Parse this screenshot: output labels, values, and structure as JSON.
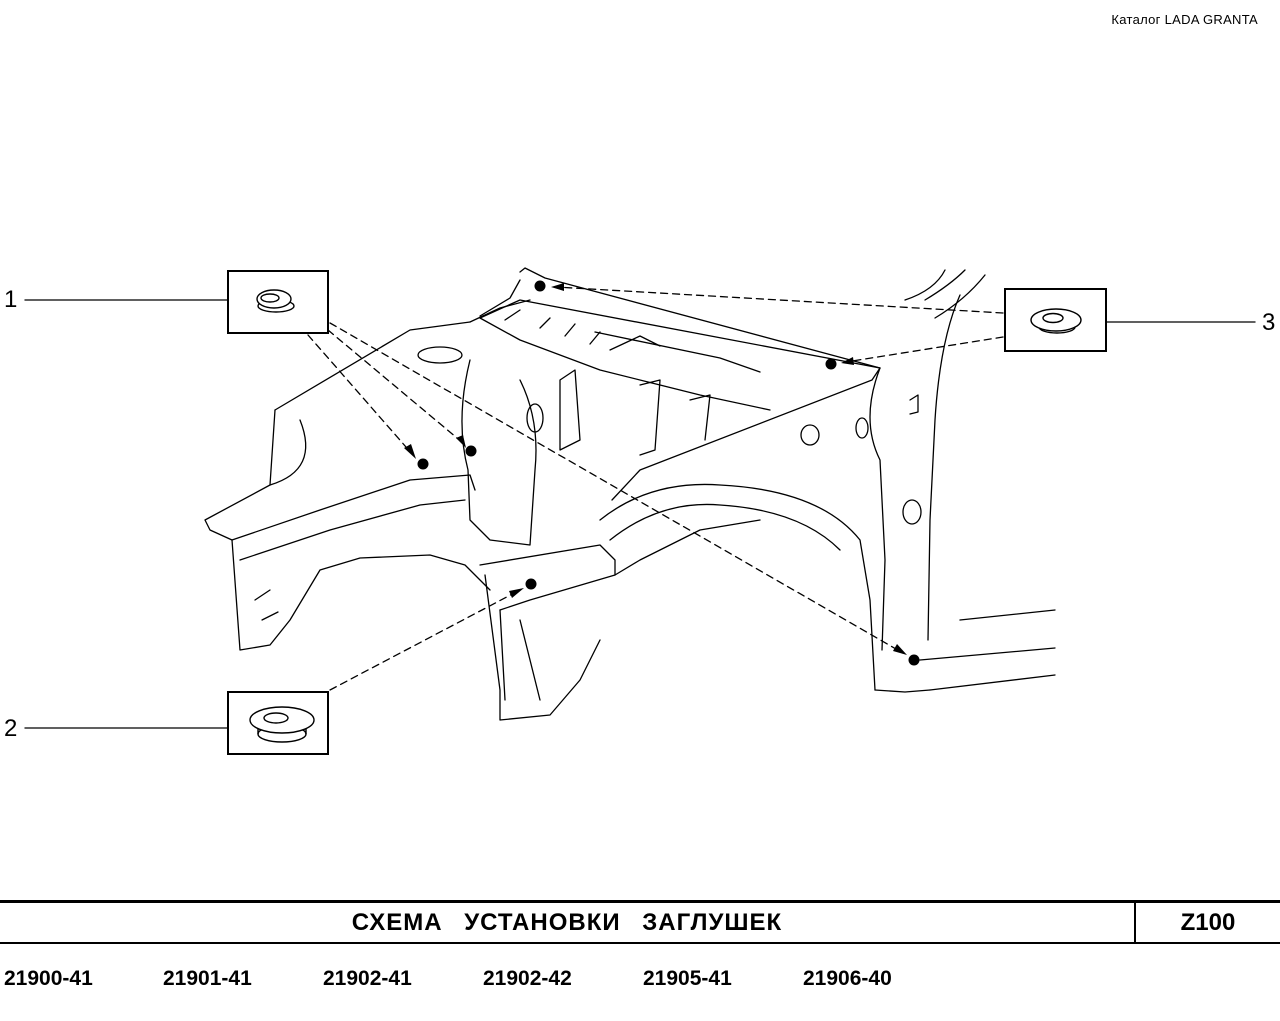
{
  "header": {
    "catalog": "Каталог  LADA  GRANTA"
  },
  "callouts": [
    {
      "number": "1",
      "part": "plug-small"
    },
    {
      "number": "2",
      "part": "plug-large"
    },
    {
      "number": "3",
      "part": "plug-medium"
    }
  ],
  "footer": {
    "title": "СХЕМА   УСТАНОВКИ   ЗАГЛУШЕК",
    "code": "Z100"
  },
  "models": [
    "21900-41",
    "21901-41",
    "21902-41",
    "21902-42",
    "21905-41",
    "21906-40"
  ],
  "colors": {
    "ink": "#000000",
    "paper": "#ffffff"
  }
}
